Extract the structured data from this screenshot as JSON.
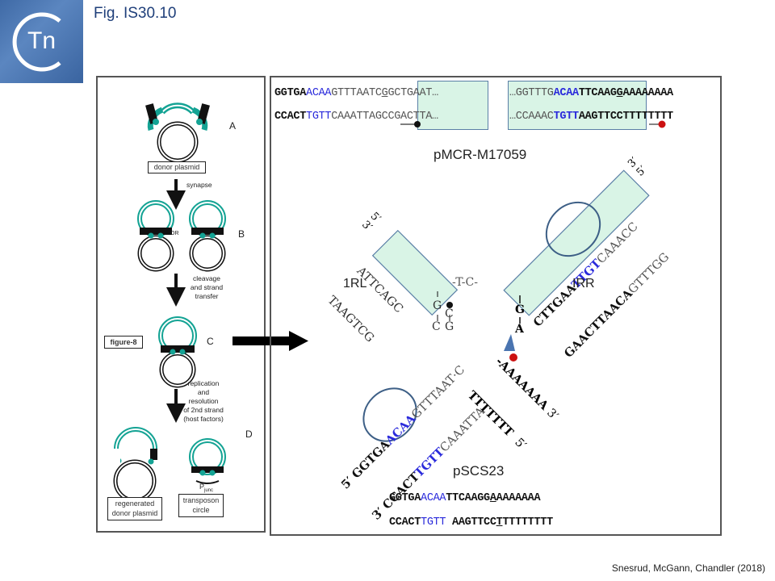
{
  "header": {
    "logo_text": "Tn",
    "figure_title": "Fig. IS30.10"
  },
  "left_panel": {
    "stages": [
      {
        "letter": "A",
        "label": "donor plasmid"
      },
      {
        "letter": "B",
        "or_label": "OR"
      },
      {
        "letter": "C",
        "label": "figure-8"
      },
      {
        "letter": "D"
      }
    ],
    "steps": [
      {
        "text": [
          "synapse"
        ]
      },
      {
        "text": [
          "cleavage",
          "and strand",
          "transfer"
        ]
      },
      {
        "text": [
          "replication",
          "and",
          "resolution",
          "of 2nd strand",
          "(host factors)"
        ]
      }
    ],
    "products": {
      "regenerated": [
        "regenerated",
        "donor plasmid"
      ],
      "circle": [
        "transposon",
        "circle"
      ],
      "promoter_label": "P",
      "promoter_sub": "junc"
    }
  },
  "right_panel": {
    "top_title": "pMCR-M17059",
    "top_left": {
      "top": [
        {
          "t": "GGTGA",
          "c": "b"
        },
        {
          "t": "ACAA",
          "c": "bl"
        },
        {
          "t": "GTTTAATC",
          "c": "g"
        },
        {
          "t": "G",
          "c": "g ul"
        },
        {
          "t": "GCTGAAT…",
          "c": "g"
        }
      ],
      "bottom": [
        {
          "t": "CCACT",
          "c": "b"
        },
        {
          "t": "TGTT",
          "c": "bl"
        },
        {
          "t": "CAAATTAGC",
          "c": "g"
        },
        {
          "t": "CGACTTA…",
          "c": "g"
        }
      ]
    },
    "top_right": {
      "top": [
        {
          "t": "…GGTTTG",
          "c": "g"
        },
        {
          "t": "ACAA",
          "c": "bbl"
        },
        {
          "t": "TTCAAG",
          "c": "b"
        },
        {
          "t": "G",
          "c": "b ul"
        },
        {
          "t": "AAAAAAAA",
          "c": "b"
        }
      ],
      "bottom": [
        {
          "t": "…CCAAAC",
          "c": "g"
        },
        {
          "t": "TGTT",
          "c": "bbl"
        },
        {
          "t": "AAGTTC",
          "c": "b"
        },
        {
          "t": "CT",
          "c": "b"
        },
        {
          "t": "TTTTTTT",
          "c": "b"
        }
      ]
    },
    "junction": {
      "left_label": "1RL",
      "right_label": "IRR",
      "irl_top": "ATTCAGC",
      "irl_bottom": "TAAGTCG",
      "irl_end_top": "5′",
      "irl_end_bottom": "3′",
      "spacer": "-T-C-",
      "irr_top_bold": "CTTGAA",
      "irr_top_blue": "TTGT",
      "irr_top_rest": "CAAACC",
      "irr_bottom_bold": "GAACTTAACA",
      "irr_bottom_rest": "GTTTGG",
      "irr_end_top": "3′",
      "irr_end_bottom": "5′",
      "left_stem": [
        "G",
        "C"
      ],
      "left_stem2": [
        "C",
        "G"
      ],
      "right_stem": [
        "G",
        "A"
      ],
      "left_arm_top": {
        "end": "5′",
        "bold": "GGTGA",
        "blue": "ACAA",
        "rest": "GTTTAAT·C"
      },
      "left_arm_bottom": {
        "end": "3′",
        "bold": "CCACT",
        "blue": "TGTT",
        "rest": "CAAATTA-"
      },
      "right_arm_top": {
        "seq": "-AAAAAAA",
        "end": "3′"
      },
      "right_arm_bottom": {
        "seq": "TTTTTTT",
        "end": "5′"
      }
    },
    "bottom_title": "pSCS23",
    "bottom_seq": {
      "top": [
        {
          "t": "GGTGA",
          "c": "b"
        },
        {
          "t": "ACAA",
          "c": "bl"
        },
        {
          "t": "TTCAAG",
          "c": "b"
        },
        {
          "t": "G",
          "c": "b"
        },
        {
          "t": "A",
          "c": "b ul"
        },
        {
          "t": "AAAAAAA",
          "c": "b"
        }
      ],
      "bottom": [
        {
          "t": "CCACT",
          "c": "b"
        },
        {
          "t": "TGTT",
          "c": "bl"
        },
        {
          "t": " AAGTTC",
          "c": "b"
        },
        {
          "t": "C",
          "c": "b"
        },
        {
          "t": "T",
          "c": "b ul"
        },
        {
          "t": "TTTTTTTT",
          "c": "b"
        }
      ]
    }
  },
  "colors": {
    "teal": "#14a394",
    "box_fill": "#d9f4e6",
    "box_stroke": "#5a7fa6",
    "blue_text": "#2a2adb",
    "red_dot": "#cc1111",
    "triangle": "#4a74b0"
  },
  "credit": "Snesrud, McGann, Chandler (2018)"
}
